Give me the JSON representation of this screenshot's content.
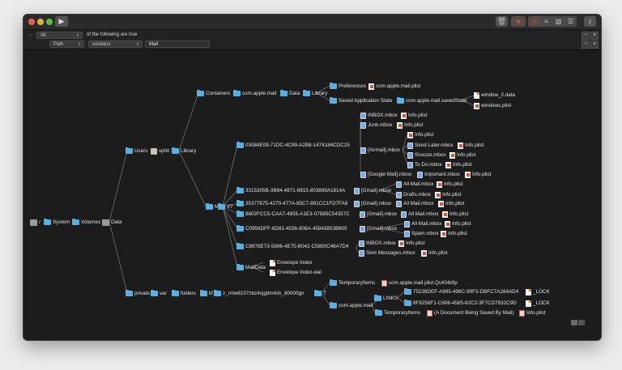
{
  "window": {
    "toolbar": {
      "play_icon": "play-icon",
      "trash_icon": "trash-icon",
      "filter_icon": "filter-icon",
      "view_modes": [
        "graph-view",
        "list-view",
        "column-view",
        "table-view"
      ],
      "info_icon": "info-icon"
    },
    "filter": {
      "match_mode": "All",
      "match_suffix": "of the following are true",
      "criteria": {
        "field": "Path",
        "operator": "contains",
        "value": "Mail"
      },
      "remove_label": "−",
      "add_label": "+"
    }
  },
  "tree": {
    "root": "/",
    "system": "System",
    "volumes": "Volumes",
    "data": "Data",
    "users": "Users",
    "user": "sphil",
    "library": "Library",
    "containers": "Containers",
    "container_mail": "com.apple.mail",
    "container_data": "Data",
    "container_library": "Library",
    "preferences": "Preferences",
    "pref_plist": "com.apple.mail.plist",
    "saved_state": "Saved Application State",
    "saved_state_dir": "com.apple.mail.savedState",
    "window_data": "window_2.data",
    "windows_plist": "windows.plist",
    "mail": "Mail",
    "v7": "V7",
    "acct1": "03084E09-71DC-4C99-A2B8-1474184CDC25",
    "inbox1": "INBOX.mbox",
    "junk1": "Junk.mbox",
    "airmail": "[Airmail].mbox",
    "send_later": "Send Later.mbox",
    "snooze": "Snooze.mbox",
    "todo": "To Do.mbox",
    "google_mail": "[Google Mail].mbox",
    "important": "Important.mbox",
    "info_plist": "Info.plist",
    "acct2": "3315305B-3B84-4971-8815-803899A1814A",
    "gmail": "[Gmail].mbox",
    "all_mail": "All Mail.mbox",
    "drafts": "Drafts.mbox",
    "acct3": "35377875-4270-477A-85C7-891CC1FD7FA8",
    "acct4": "8802FCC5-CAA7-4955-A1E3-07985C54357C",
    "acct5": "C0956DFF-6D81-4536-808A-45843853B605",
    "spam": "Spam.mbox",
    "acct6": "C8978E73-5896-4E75-B042-C5850C46A7D4",
    "inbox6": "INBOX.mbox",
    "sent": "Sent Messages.mbox",
    "maildata": "MailData",
    "env_index": "Envelope Index",
    "env_index_wal": "Envelope Index-wal",
    "private": "private",
    "var": "var",
    "folders": "folders",
    "kf": "kf",
    "tmpdir": "z_rmwtt107zbz4cjgdm4zk_80000gn",
    "t": "T",
    "temp_items": "TemporaryItems",
    "temp_plist": "com.apple.mail.plist.QuKNb0p",
    "t_mail": "com.apple.mail",
    "links": "LINKS",
    "link1": "75238DEF-A995-498C-99F3-DBFC7A284AD4",
    "link2": "8F8256F1-C606-4585-82C2-3F7CD7932C9D",
    "lock": "_LOCK",
    "temp_items2": "TemporaryItems",
    "saving_doc": "(A Document Being Saved By Mail)"
  },
  "colors": {
    "folder": "#5aaee0",
    "background": "#1c1c1c",
    "line": "#8a8a8a"
  }
}
